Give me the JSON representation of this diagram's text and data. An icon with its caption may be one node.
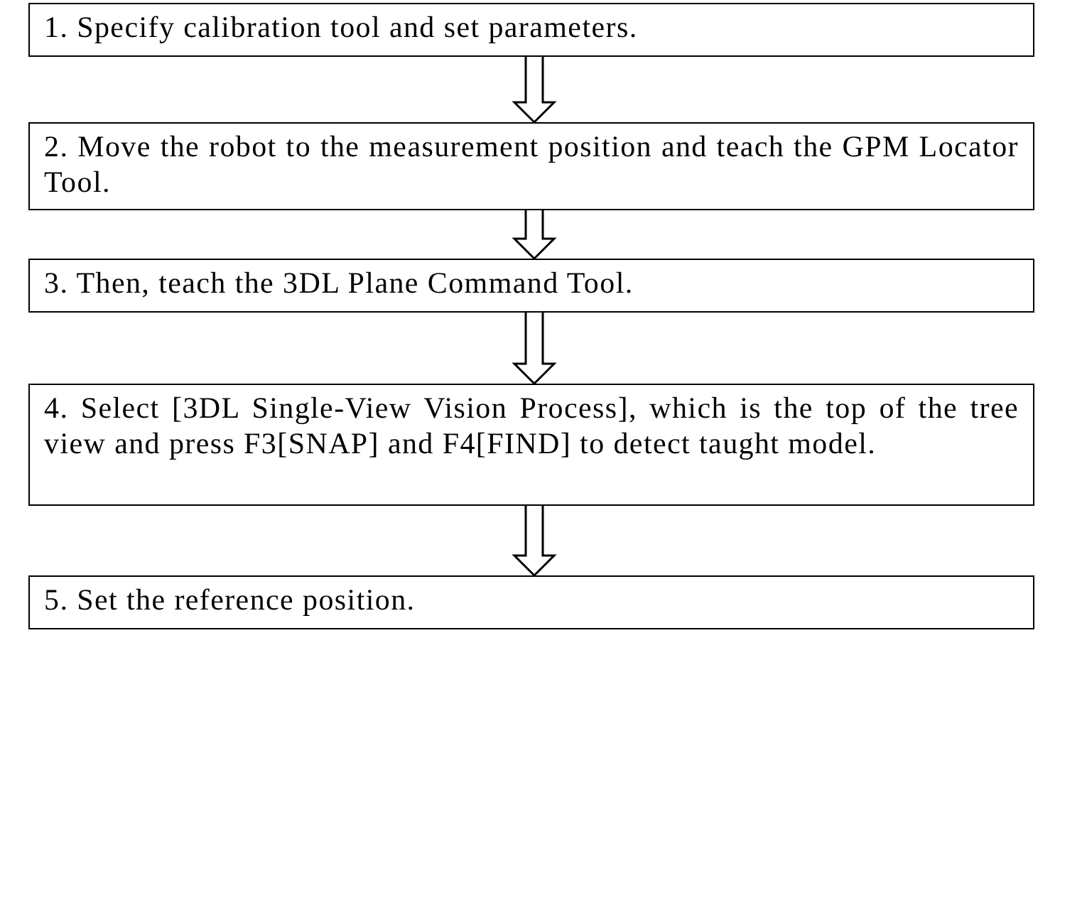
{
  "diagram": {
    "nodes": [
      {
        "text": [
          "1.  Specify calibration tool and set parameters."
        ]
      },
      {
        "text": [
          "2.  Move the robot to the measurement position and teach the GPM Locator Tool."
        ]
      },
      {
        "text": [
          "3.  Then, teach the 3DL Plane Command Tool."
        ]
      },
      {
        "text": [
          "4.  Select [3DL Single-View Vision Process], which is the top of the tree view and press F3[SNAP] and F4[FIND] to detect taught model."
        ]
      },
      {
        "text": [
          "5.  Set the reference position."
        ]
      }
    ],
    "edges": [
      {
        "from": 0,
        "to": 1,
        "arrow": "to"
      },
      {
        "from": 1,
        "to": 2,
        "arrow": "to"
      },
      {
        "from": 2,
        "to": 3,
        "arrow": "to"
      },
      {
        "from": 3,
        "to": 4,
        "arrow": "to"
      }
    ]
  }
}
